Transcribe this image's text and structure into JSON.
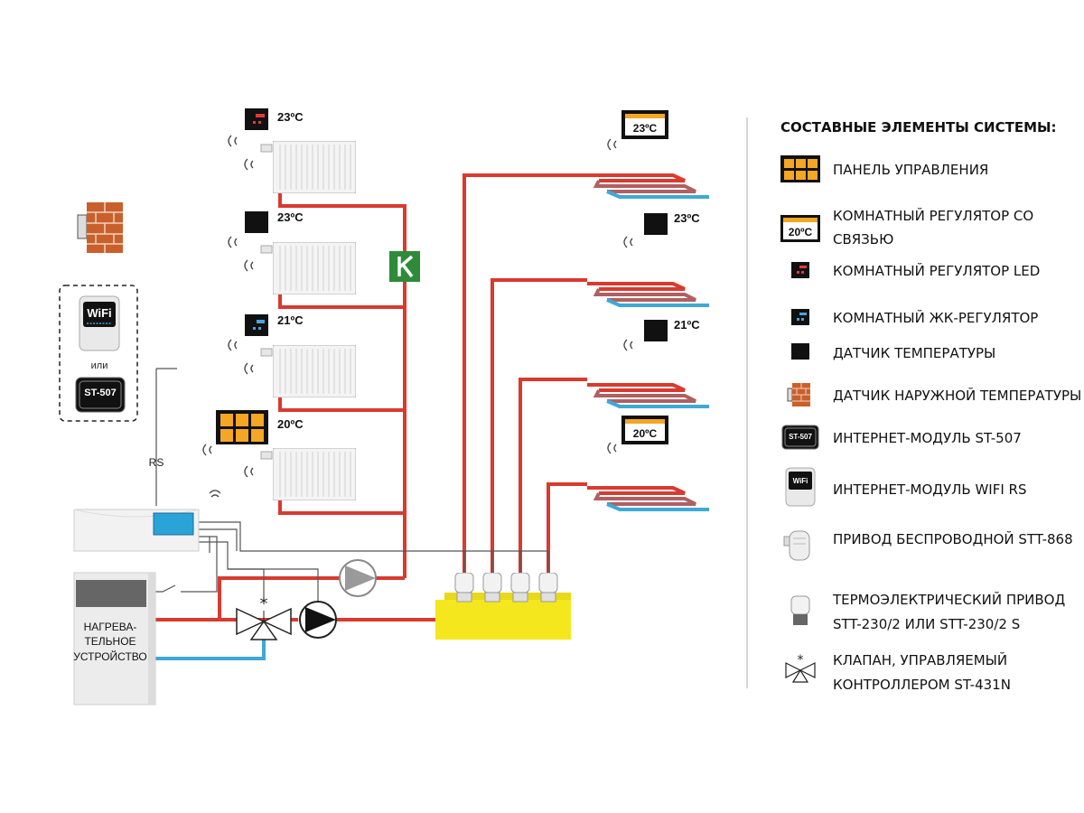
{
  "temps": {
    "rad1": "23ºC",
    "rad2": "23ºC",
    "rad3": "21ºC",
    "rad4": "20ºC",
    "floor1": "23ºC",
    "floor2": "23ºC",
    "floor3": "21ºC",
    "floor4": "20ºC"
  },
  "wifi_module": {
    "label": "WiFi",
    "or": "или"
  },
  "st507": {
    "label": "ST-507"
  },
  "rs_label": "RS",
  "heater": {
    "line1": "НАГРЕВА-",
    "line2": "ТЕЛЬНОЕ",
    "line3": "УСТРОЙСТВО"
  },
  "legend": {
    "title": "СОСТАВНЫЕ ЭЛЕМЕНТЫ СИСТЕМЫ:",
    "items": [
      {
        "lines": [
          "ПАНЕЛЬ УПРАВЛЕНИЯ"
        ]
      },
      {
        "lines": [
          "КОМНАТНЫЙ РЕГУЛЯТОР СО",
          "СВЯЗЬЮ"
        ],
        "icon_text": "20ºC"
      },
      {
        "lines": [
          "КОМНАТНЫЙ РЕГУЛЯТОР LED"
        ]
      },
      {
        "lines": [
          "КОМНАТНЫЙ ЖК-РЕГУЛЯТОР"
        ]
      },
      {
        "lines": [
          "ДАТЧИК ТЕМПЕРАТУРЫ"
        ]
      },
      {
        "lines": [
          "ДАТЧИК НАРУЖНОЙ ТЕМПЕРАТУРЫ"
        ]
      },
      {
        "lines": [
          "ИНТЕРНЕТ-МОДУЛЬ ST-507"
        ],
        "icon_text": "ST-507"
      },
      {
        "lines": [
          "ИНТЕРНЕТ-МОДУЛЬ WIFI RS"
        ],
        "icon_text": "WiFi"
      },
      {
        "lines": [
          "ПРИВОД БЕСПРОВОДНОЙ STT-868"
        ]
      },
      {
        "lines": [
          "ТЕРМОЭЛЕКТРИЧЕСКИЙ ПРИВОД",
          "STT-230/2 ИЛИ STT-230/2 S"
        ]
      },
      {
        "lines": [
          "КЛАПАН, УПРАВЛЯЕМЫЙ",
          "КОНТРОЛЛЕРОМ ST-431N"
        ]
      }
    ]
  },
  "colors": {
    "supply": "#d93a2f",
    "return": "#3fa9d6",
    "manifold": "#f5e71e",
    "panel": "#f5a623",
    "k_logo": "#2e8b3a"
  }
}
